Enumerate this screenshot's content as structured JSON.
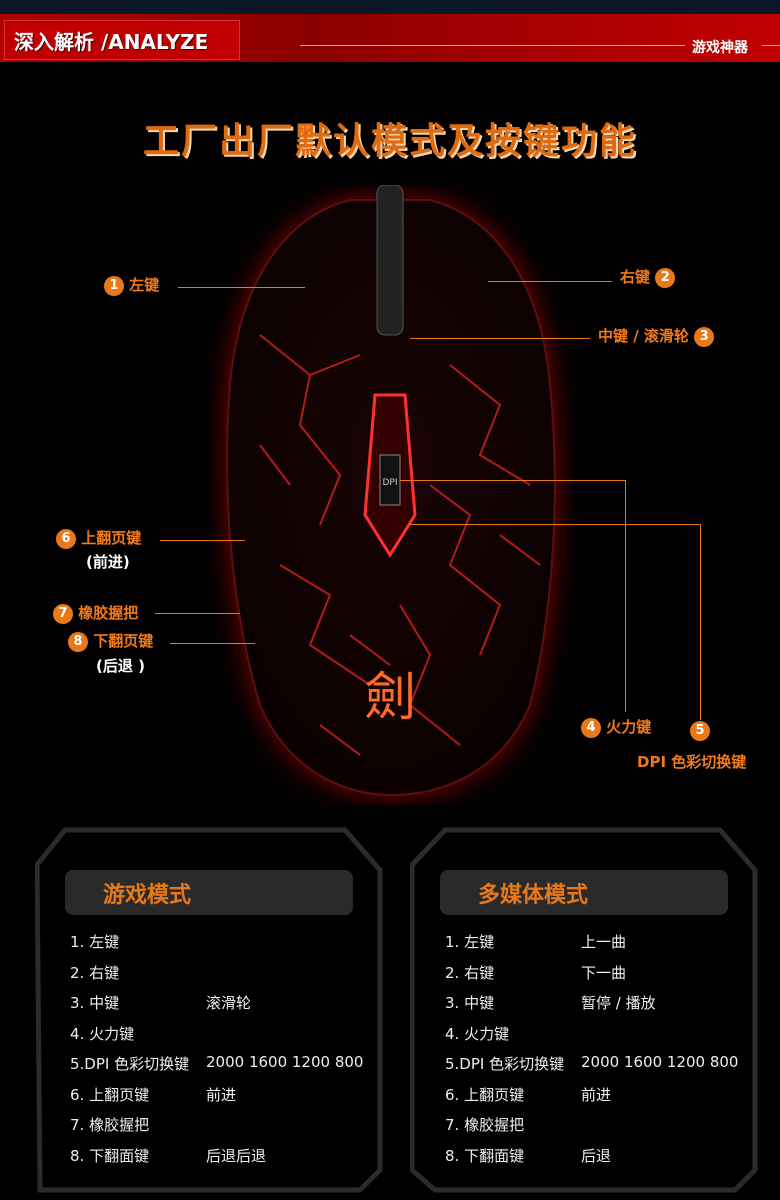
{
  "banner": {
    "title": "深入解析 /ANALYZE",
    "tag": "游戏神器"
  },
  "main_title": "工厂出厂默认模式及按键功能",
  "callouts": [
    {
      "num": "1",
      "label": "左键"
    },
    {
      "num": "2",
      "label": "右键"
    },
    {
      "num": "3",
      "label": "中键 / 滚滑轮"
    },
    {
      "num": "4",
      "label": "火力键"
    },
    {
      "num": "5",
      "label": "DPI 色彩切换键"
    },
    {
      "num": "6",
      "label": "上翻页键",
      "sub": "(前进)"
    },
    {
      "num": "7",
      "label": "橡胶握把"
    },
    {
      "num": "8",
      "label": "下翻页键",
      "sub": "(后退 )"
    }
  ],
  "mouse": {
    "dpi_label": "DPI",
    "logo_glyph": "劍"
  },
  "panels": [
    {
      "title": "游戏模式",
      "rows": [
        {
          "k": "1. 左键",
          "v": ""
        },
        {
          "k": "2. 右键",
          "v": ""
        },
        {
          "k": "3. 中键",
          "v": "滚滑轮"
        },
        {
          "k": "4. 火力键",
          "v": ""
        },
        {
          "k": "5.DPI 色彩切换键",
          "v": "2000 1600 1200  800"
        },
        {
          "k": "6. 上翻页键",
          "v": "前进"
        },
        {
          "k": "7. 橡胶握把",
          "v": ""
        },
        {
          "k": "8. 下翻面键",
          "v": "后退后退"
        }
      ]
    },
    {
      "title": "多媒体模式",
      "rows": [
        {
          "k": "1. 左键",
          "v": "上一曲"
        },
        {
          "k": "2. 右键",
          "v": "下一曲"
        },
        {
          "k": "3. 中键",
          "v": "暂停 / 播放"
        },
        {
          "k": "4. 火力键",
          "v": ""
        },
        {
          "k": "5.DPI 色彩切换键",
          "v": "2000 1600 1200  800"
        },
        {
          "k": "6. 上翻页键",
          "v": "前进"
        },
        {
          "k": "7. 橡胶握把",
          "v": ""
        },
        {
          "k": "8. 下翻面键",
          "v": "后退"
        }
      ]
    }
  ]
}
